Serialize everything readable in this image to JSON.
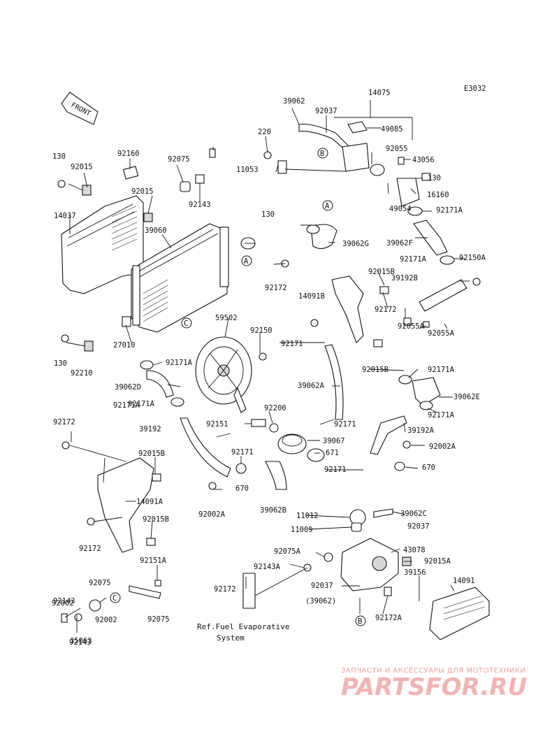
{
  "diagram_code": "E3032",
  "front_label": "FRONT",
  "part_numbers": [
    "14075",
    "39062",
    "92037",
    "49085",
    "220",
    "92055",
    "43056",
    "11053",
    "130",
    "16160",
    "49054",
    "92171A",
    "130",
    "39062G",
    "39062F",
    "92171A",
    "92150A",
    "39192B",
    "92172",
    "92015B",
    "14091B",
    "92172",
    "92055A",
    "92055A",
    "59502",
    "92150",
    "92171",
    "92015B",
    "92171A",
    "39062A",
    "39062E",
    "92171A",
    "92200",
    "92171",
    "92151",
    "39067",
    "39192A",
    "92002A",
    "671",
    "92171",
    "670",
    "92171",
    "670",
    "92002A",
    "39062B",
    "11012",
    "39062C",
    "11009",
    "92037",
    "43078",
    "92075A",
    "92143A",
    "92015A",
    "39156",
    "14091",
    "92037",
    "(39062)",
    "92172",
    "92172A",
    "92002",
    "92075",
    "92143",
    "130",
    "92015",
    "92160",
    "14037",
    "92075",
    "92015",
    "39060",
    "92143",
    "92171A",
    "27010",
    "130",
    "92210",
    "92171A",
    "39062D",
    "92171A",
    "92172",
    "92015B",
    "14091A",
    "92015B",
    "92172",
    "92151A",
    "39192",
    "92075",
    "92002",
    "92143",
    "35063"
  ],
  "callouts": [
    "A",
    "A",
    "B",
    "B",
    "C",
    "C"
  ],
  "reference_text": [
    "Ref.Fuel Evaporative",
    "System"
  ],
  "watermark": {
    "line1": "ЗАПЧАСТИ И АКСЕССУАРЫ ДЛЯ МОТОТЕХНИКИ",
    "line2": "PARTSFOR.RU"
  },
  "colors": {
    "ink": "#111111",
    "watermark": "#f0a0a0"
  }
}
